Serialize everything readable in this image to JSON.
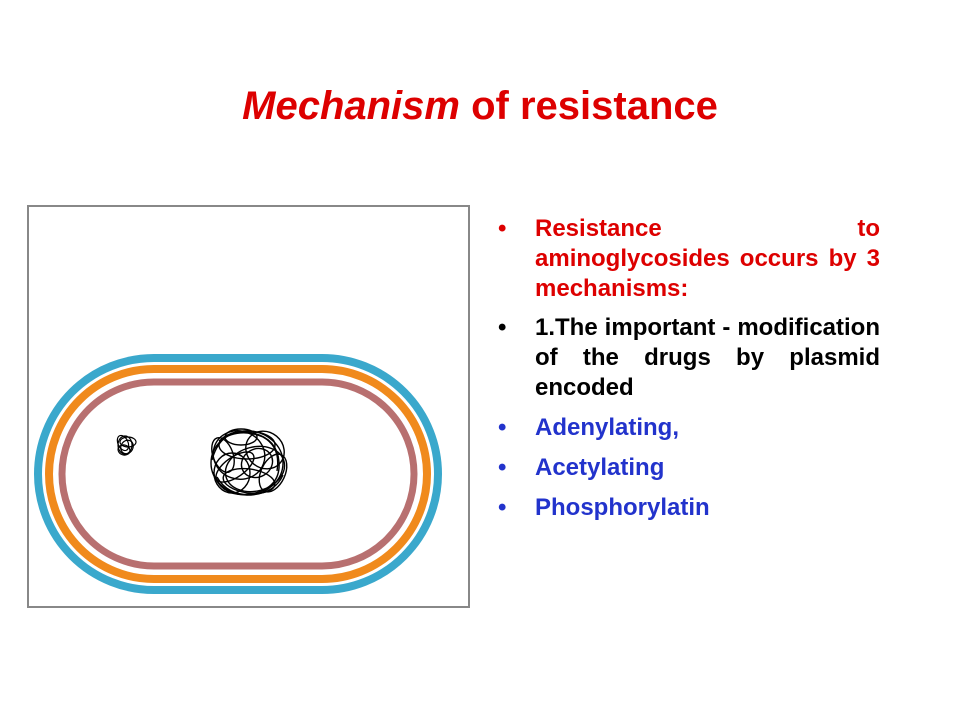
{
  "slide": {
    "title_part1": "Mechanism",
    "title_part2": " of resistance",
    "bullet_glyph": "•",
    "bullets": [
      {
        "text": "Resistance to aminoglycosides occurs by 3 mechanisms:",
        "color": "#dd0000"
      },
      {
        "text": "1.The important - modification of the drugs by plasmid encoded",
        "color": "#000000"
      },
      {
        "text": "Adenylating,",
        "color": "#2233cc"
      },
      {
        "text": "Acetylating",
        "color": "#2233cc"
      },
      {
        "text": "Phosphorylatin",
        "color": "#2233cc"
      }
    ]
  },
  "figure": {
    "description_icon": "bacterial-cell-diagram",
    "colors": {
      "outer_wall": "#3aa8cc",
      "middle_wall": "#f08a1c",
      "inner_membrane": "#b87070",
      "frame": "#888888",
      "dna": "#000000"
    }
  }
}
